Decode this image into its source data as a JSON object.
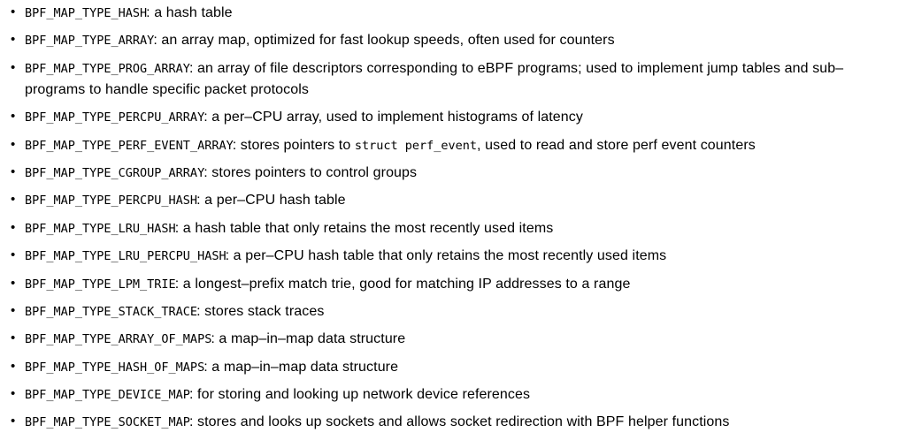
{
  "list": {
    "bullet": "•",
    "separator": ":",
    "items": [
      {
        "code": "BPF_MAP_TYPE_HASH",
        "desc": "a hash table"
      },
      {
        "code": "BPF_MAP_TYPE_ARRAY",
        "desc": "an array map, optimized for fast lookup speeds, often used for counters"
      },
      {
        "code": "BPF_MAP_TYPE_PROG_ARRAY",
        "desc_line1": "an array of file descriptors corresponding to eBPF programs; used to implement jump tables and sub–",
        "desc_line2": "programs to handle specific packet protocols"
      },
      {
        "code": "BPF_MAP_TYPE_PERCPU_ARRAY",
        "desc": "a per–CPU array, used to implement histograms of latency"
      },
      {
        "code": "BPF_MAP_TYPE_PERF_EVENT_ARRAY",
        "desc_pre": "stores pointers to ",
        "desc_code": "struct perf_event",
        "desc_post": ", used to read and store perf event counters"
      },
      {
        "code": "BPF_MAP_TYPE_CGROUP_ARRAY",
        "desc": "stores pointers to control groups"
      },
      {
        "code": "BPF_MAP_TYPE_PERCPU_HASH",
        "desc": "a per–CPU hash table"
      },
      {
        "code": "BPF_MAP_TYPE_LRU_HASH",
        "desc": "a hash table that only retains the most recently used items"
      },
      {
        "code": "BPF_MAP_TYPE_LRU_PERCPU_HASH",
        "desc": "a per–CPU hash table that only retains the most recently used items"
      },
      {
        "code": "BPF_MAP_TYPE_LPM_TRIE",
        "desc": "a longest–prefix match trie, good for matching IP addresses to a range"
      },
      {
        "code": "BPF_MAP_TYPE_STACK_TRACE",
        "desc": "stores stack traces"
      },
      {
        "code": "BPF_MAP_TYPE_ARRAY_OF_MAPS",
        "desc": "a map–in–map data structure"
      },
      {
        "code": "BPF_MAP_TYPE_HASH_OF_MAPS",
        "desc": "a map–in–map data structure"
      },
      {
        "code": "BPF_MAP_TYPE_DEVICE_MAP",
        "desc": "for storing and looking up network device references"
      },
      {
        "code": "BPF_MAP_TYPE_SOCKET_MAP",
        "desc": "stores and looks up sockets and allows socket redirection with BPF helper functions"
      }
    ]
  }
}
